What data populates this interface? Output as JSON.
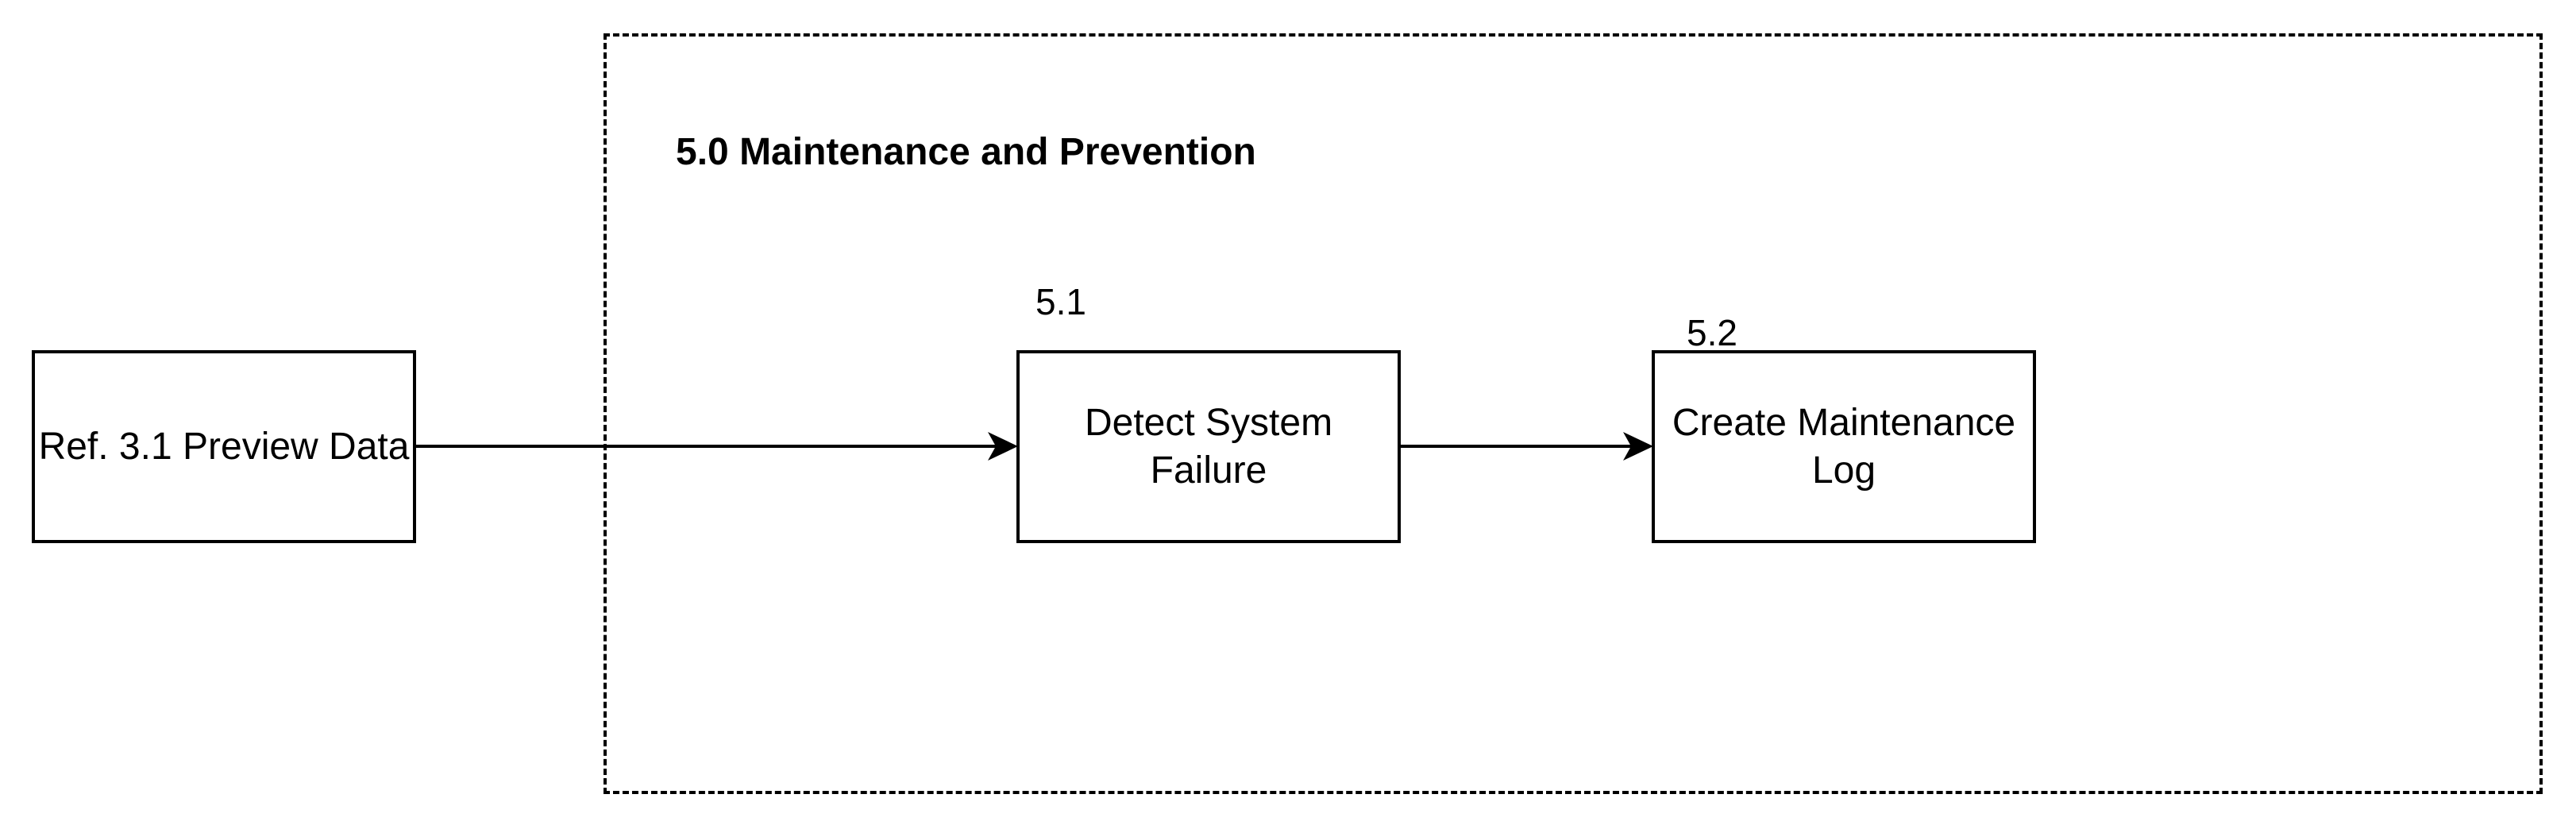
{
  "diagram": {
    "boundary": {
      "title": "5.0 Maintenance and Prevention"
    },
    "nodes": [
      {
        "id": "ref-3-1",
        "label": "Ref. 3.1 Preview Data"
      },
      {
        "id": "5-1",
        "number": "5.1",
        "label": "Detect System Failure"
      },
      {
        "id": "5-2",
        "number": "5.2",
        "label": "Create Maintenance Log"
      }
    ],
    "edges": [
      {
        "from": "ref-3-1",
        "to": "5-1"
      },
      {
        "from": "5-1",
        "to": "5-2"
      }
    ]
  }
}
